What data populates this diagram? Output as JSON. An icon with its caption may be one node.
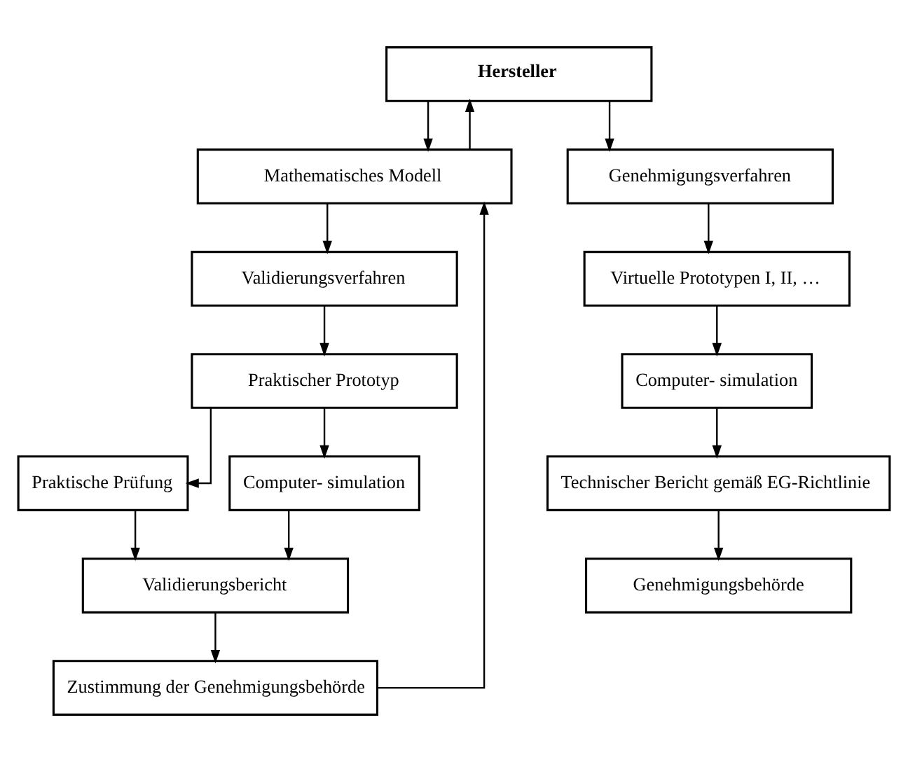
{
  "diagram": {
    "nodes": [
      {
        "text": [
          "Hersteller"
        ]
      },
      {
        "text": [
          "Mathematisches Modell"
        ]
      },
      {
        "text": [
          "Validierungsverfahren"
        ]
      },
      {
        "text": [
          "Praktischer Prototyp"
        ]
      },
      {
        "text": [
          "Praktische Prüfung"
        ]
      },
      {
        "text": [
          "Computer- simulation"
        ]
      },
      {
        "text": [
          "Validierungsbericht"
        ]
      },
      {
        "text": [
          "Zustimmung der Genehmigungsbehörde"
        ]
      },
      {
        "text": [
          "Genehmigungsverfahren"
        ]
      },
      {
        "text": [
          "Virtuelle Prototypen I, II, …"
        ]
      },
      {
        "text": [
          "Computer- simulation"
        ]
      },
      {
        "text": [
          "Technischer Bericht gemäß EG-Richtlinie"
        ]
      },
      {
        "text": [
          "Genehmigungsbehörde"
        ]
      }
    ],
    "edges": [
      {
        "from": 0,
        "to": 1,
        "arrow": "to"
      },
      {
        "from": 1,
        "to": 0,
        "arrow": "to"
      },
      {
        "from": 1,
        "to": 2,
        "arrow": "to"
      },
      {
        "from": 0,
        "to": 8,
        "arrow": "to"
      },
      {
        "from": 2,
        "to": 3,
        "arrow": "to"
      },
      {
        "from": 3,
        "to": 4,
        "arrow": "to"
      },
      {
        "from": 3,
        "to": 5,
        "arrow": "to"
      },
      {
        "from": 4,
        "to": 6,
        "arrow": "to"
      },
      {
        "from": 5,
        "to": 6,
        "arrow": "to"
      },
      {
        "from": 6,
        "to": 7,
        "arrow": "to"
      },
      {
        "from": 7,
        "to": 1,
        "arrow": "to"
      },
      {
        "from": 8,
        "to": 9,
        "arrow": "to"
      },
      {
        "from": 9,
        "to": 10,
        "arrow": "to"
      },
      {
        "from": 10,
        "to": 11,
        "arrow": "to"
      },
      {
        "from": 11,
        "to": 12,
        "arrow": "to"
      }
    ]
  }
}
